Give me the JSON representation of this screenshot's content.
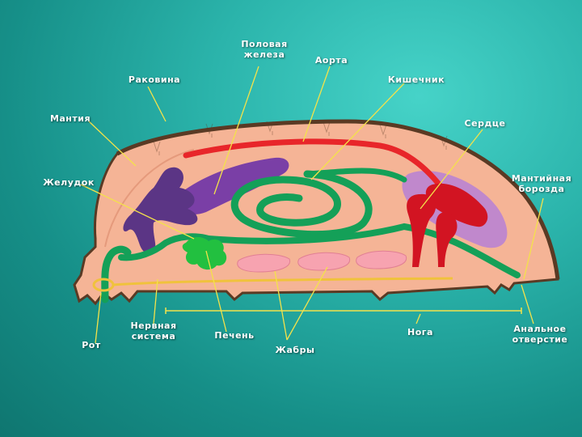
{
  "colors": {
    "background": "#2bb4ab",
    "body": "#f5b496",
    "outline": "#5a3a24",
    "leader": "#f4e24a",
    "aorta": "#e8262a",
    "heart": "#d21422",
    "pericardium": "#b680d6",
    "gonad": "#7a3fa6",
    "stomach": "#5b3585",
    "intestine": "#14a058",
    "liver": "#22c040",
    "gills": "#f7a3b0",
    "nerve": "#f0c23c"
  },
  "labels": {
    "shell": "Раковина",
    "mantle": "Мантия",
    "gonad": "Половая\nжелеза",
    "aorta": "Аорта",
    "intestine": "Кишечник",
    "heart": "Сердце",
    "mantle_groove": "Мантийная\nборозда",
    "stomach": "Желудок",
    "mouth": "Рот",
    "nervous_system": "Нервная\nсистема",
    "liver": "Печень",
    "gills": "Жабры",
    "foot": "Нога",
    "anus": "Анальное\nотверстие"
  }
}
